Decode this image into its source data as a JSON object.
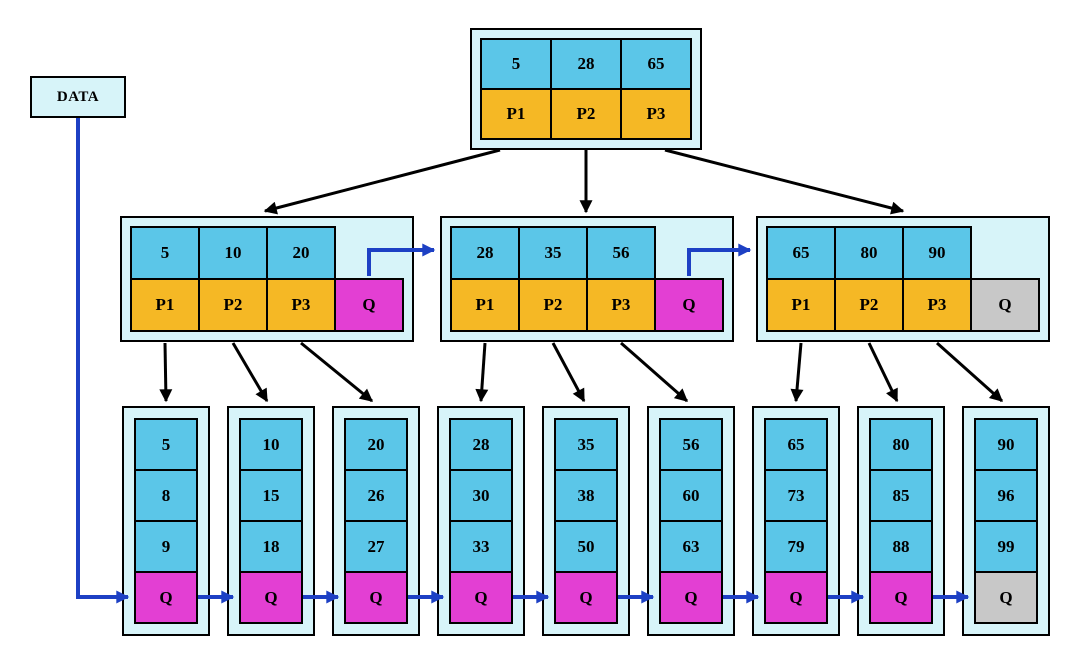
{
  "data_box": {
    "label": "DATA"
  },
  "root_node": {
    "keys": [
      "5",
      "28",
      "65"
    ],
    "pointers": [
      "P1",
      "P2",
      "P3"
    ]
  },
  "internal_nodes": [
    {
      "keys": [
        "5",
        "10",
        "20"
      ],
      "pointers": [
        "P1",
        "P2",
        "P3"
      ],
      "queue_pointer": "Q",
      "queue_state": "linked"
    },
    {
      "keys": [
        "28",
        "35",
        "56"
      ],
      "pointers": [
        "P1",
        "P2",
        "P3"
      ],
      "queue_pointer": "Q",
      "queue_state": "linked"
    },
    {
      "keys": [
        "65",
        "80",
        "90"
      ],
      "pointers": [
        "P1",
        "P2",
        "P3"
      ],
      "queue_pointer": "Q",
      "queue_state": "null"
    }
  ],
  "leaf_nodes": [
    {
      "values": [
        "5",
        "8",
        "9"
      ],
      "queue_pointer": "Q",
      "queue_state": "linked"
    },
    {
      "values": [
        "10",
        "15",
        "18"
      ],
      "queue_pointer": "Q",
      "queue_state": "linked"
    },
    {
      "values": [
        "20",
        "26",
        "27"
      ],
      "queue_pointer": "Q",
      "queue_state": "linked"
    },
    {
      "values": [
        "28",
        "30",
        "33"
      ],
      "queue_pointer": "Q",
      "queue_state": "linked"
    },
    {
      "values": [
        "35",
        "38",
        "50"
      ],
      "queue_pointer": "Q",
      "queue_state": "linked"
    },
    {
      "values": [
        "56",
        "60",
        "63"
      ],
      "queue_pointer": "Q",
      "queue_state": "linked"
    },
    {
      "values": [
        "65",
        "73",
        "79"
      ],
      "queue_pointer": "Q",
      "queue_state": "linked"
    },
    {
      "values": [
        "80",
        "85",
        "88"
      ],
      "queue_pointer": "Q",
      "queue_state": "linked"
    },
    {
      "values": [
        "90",
        "96",
        "99"
      ],
      "queue_pointer": "Q",
      "queue_state": "null"
    }
  ],
  "colors": {
    "key_cell": "#5bc6e8",
    "pointer_cell": "#f5b825",
    "queue_linked": "#e33fd3",
    "queue_null": "#c8c8c8",
    "node_background": "#d7f4f9",
    "link_arrow": "#1d40c4",
    "tree_arrow": "#000000"
  }
}
